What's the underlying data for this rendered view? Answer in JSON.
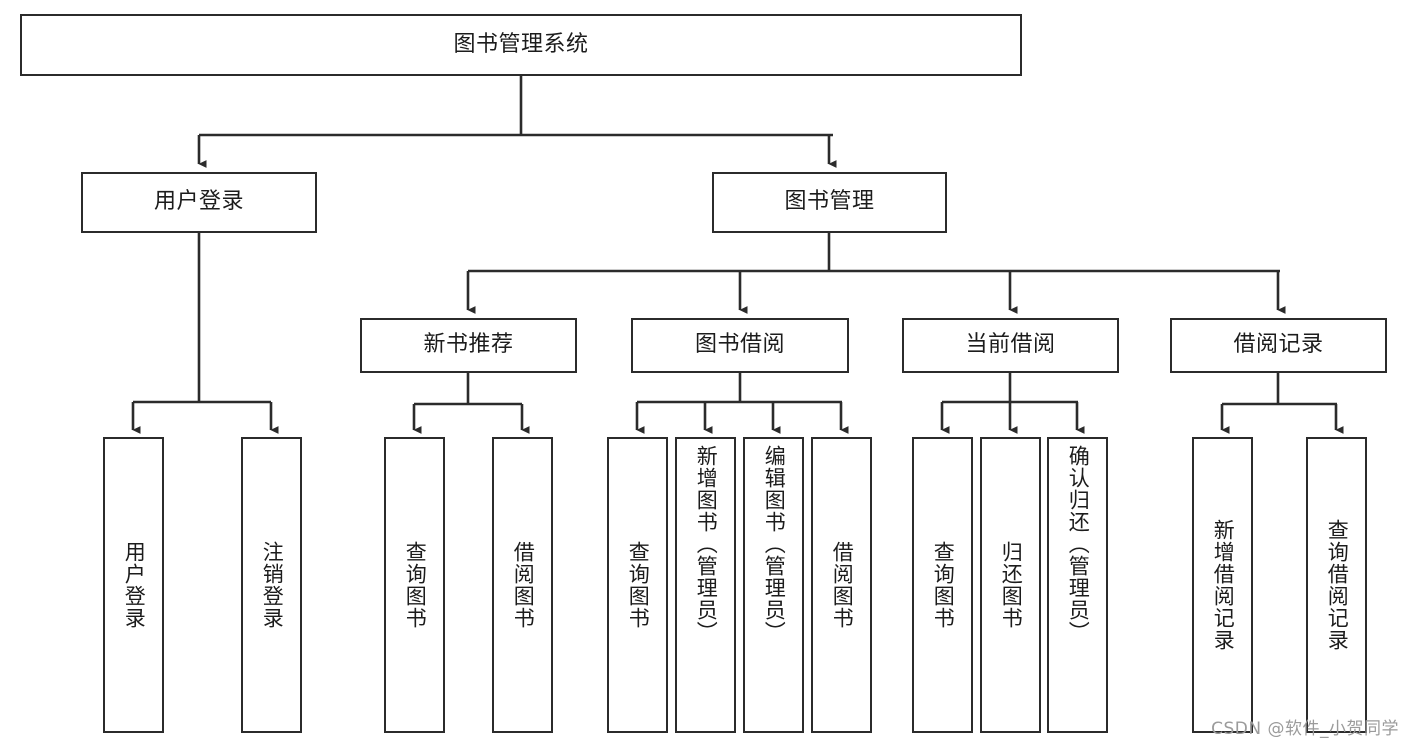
{
  "diagram": {
    "title": "图书管理系统",
    "type": "tree-hierarchy-chart",
    "watermark": "CSDN @软件_小贺同学",
    "colors": {
      "box_border": "#2b2b2b",
      "box_fill": "#ffffff",
      "connector": "#2b2b2b",
      "text": "#1c1c1c",
      "watermark": "#9b9b9b"
    },
    "root": {
      "label": "图书管理系统"
    },
    "level2": [
      {
        "label": "用户登录"
      },
      {
        "label": "图书管理"
      }
    ],
    "level3": [
      {
        "label": "新书推荐"
      },
      {
        "label": "图书借阅"
      },
      {
        "label": "当前借阅"
      },
      {
        "label": "借阅记录"
      }
    ],
    "leaves": {
      "user_login": [
        {
          "label": "用户登录"
        },
        {
          "label": "注销登录"
        }
      ],
      "new_book_recommend": [
        {
          "label": "查询图书"
        },
        {
          "label": "借阅图书"
        }
      ],
      "book_borrow": [
        {
          "label": "查询图书"
        },
        {
          "label": "新增图书（管理员）"
        },
        {
          "label": "编辑图书（管理员）"
        },
        {
          "label": "借阅图书"
        }
      ],
      "current_borrow": [
        {
          "label": "查询图书"
        },
        {
          "label": "归还图书"
        },
        {
          "label": "确认归还（管理员）"
        }
      ],
      "borrow_record": [
        {
          "label": "新增借阅记录"
        },
        {
          "label": "查询借阅记录"
        }
      ]
    }
  }
}
